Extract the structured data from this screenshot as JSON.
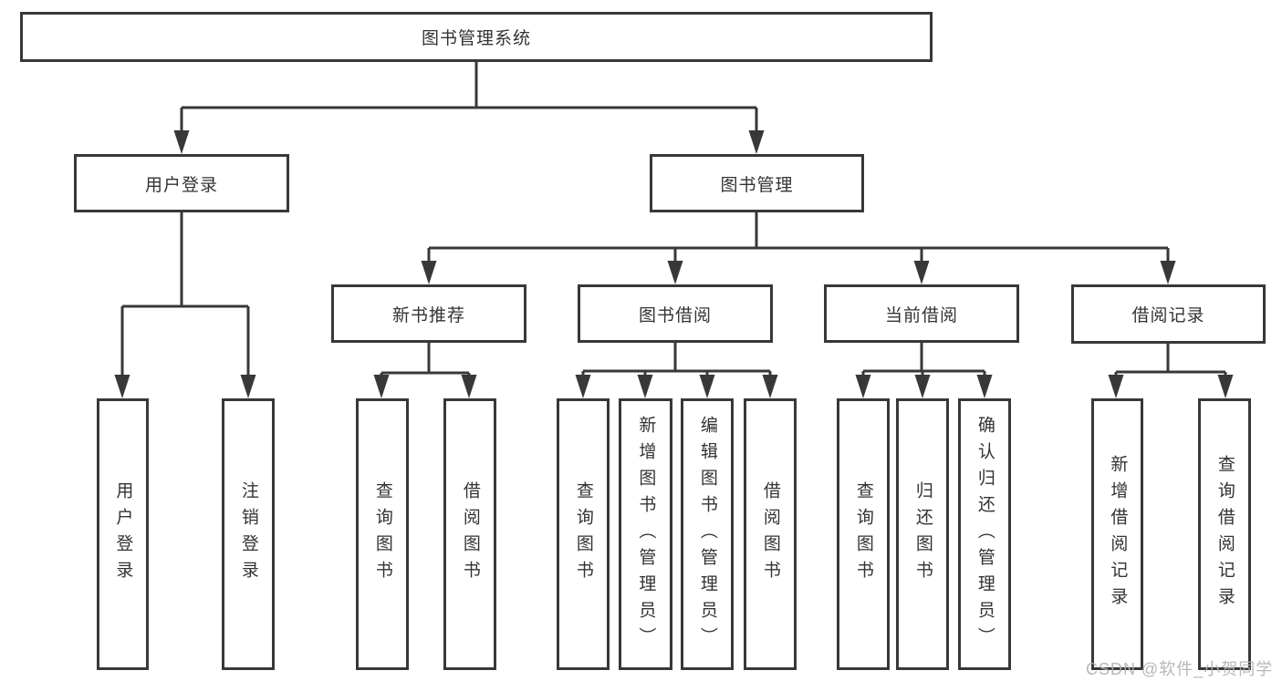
{
  "tree": {
    "label": "图书管理系统",
    "children": [
      {
        "label": "用户登录",
        "children": [
          {
            "label": "用户登录"
          },
          {
            "label": "注销登录"
          }
        ]
      },
      {
        "label": "图书管理",
        "children": [
          {
            "label": "新书推荐",
            "children": [
              {
                "label": "查询图书"
              },
              {
                "label": "借阅图书"
              }
            ]
          },
          {
            "label": "图书借阅",
            "children": [
              {
                "label": "查询图书"
              },
              {
                "label": "新增图书（管理员）"
              },
              {
                "label": "编辑图书（管理员）"
              },
              {
                "label": "借阅图书"
              }
            ]
          },
          {
            "label": "当前借阅",
            "children": [
              {
                "label": "查询图书"
              },
              {
                "label": "归还图书"
              },
              {
                "label": "确认归还（管理员）"
              }
            ]
          },
          {
            "label": "借阅记录",
            "children": [
              {
                "label": "新增借阅记录"
              },
              {
                "label": "查询借阅记录"
              }
            ]
          }
        ]
      }
    ]
  },
  "watermark": "CSDN @软件_小贺同学",
  "colors": {
    "line": "#383838",
    "text": "#333333",
    "box_fill": "#ffffff",
    "watermark": "#b0b0b0"
  }
}
